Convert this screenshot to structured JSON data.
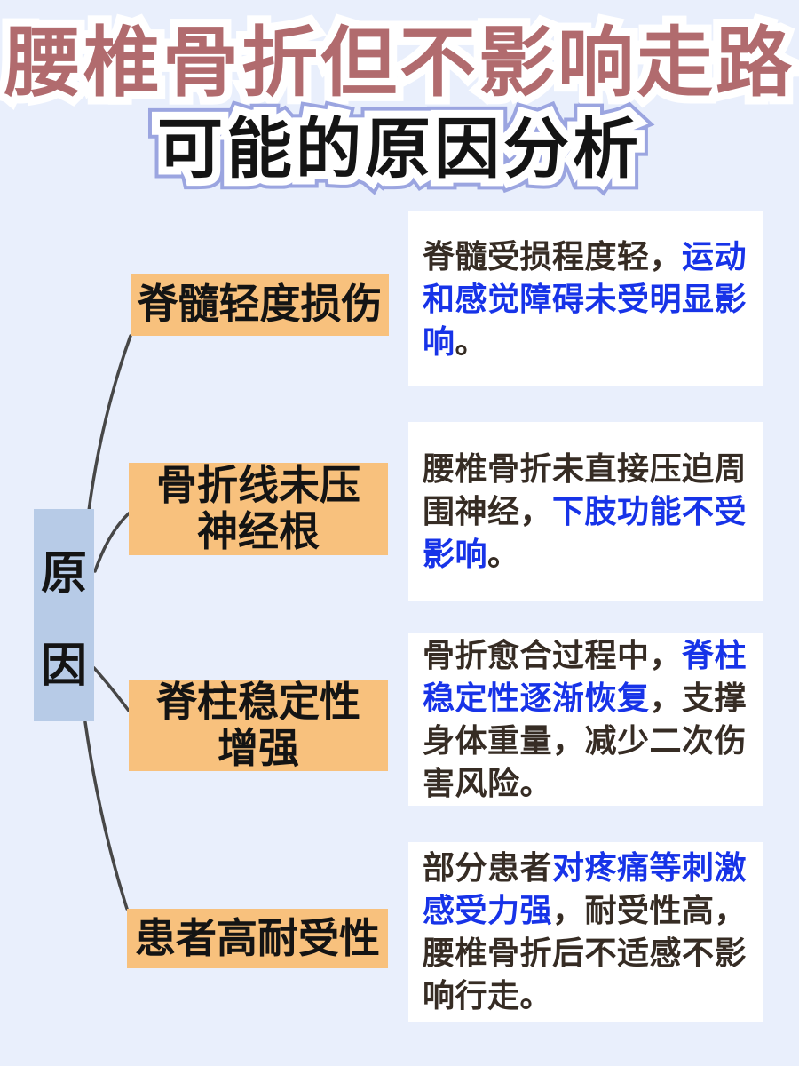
{
  "title": {
    "line1": "腰椎骨折但不影响走路",
    "line2": "可能的原因分析"
  },
  "root": {
    "label": "原因",
    "chars": [
      "原",
      "因"
    ]
  },
  "branches": [
    {
      "label": "脊髓轻度损伤",
      "label_lines": [
        "脊髓轻度损伤"
      ],
      "desc": [
        {
          "t": "脊髓受损程度轻，",
          "c": "dark"
        },
        {
          "t": "运动和感觉障碍未受明显影响",
          "c": "blue"
        },
        {
          "t": "。",
          "c": "dark"
        }
      ]
    },
    {
      "label": "骨折线未压神经根",
      "label_lines": [
        "骨折线未压",
        "神经根"
      ],
      "desc": [
        {
          "t": "腰椎骨折未直接压迫周围神经，",
          "c": "dark"
        },
        {
          "t": "下肢功能不受影响",
          "c": "blue"
        },
        {
          "t": "。",
          "c": "dark"
        }
      ]
    },
    {
      "label": "脊柱稳定性增强",
      "label_lines": [
        "脊柱稳定性",
        "增强"
      ],
      "desc": [
        {
          "t": "骨折愈合过程中，",
          "c": "dark"
        },
        {
          "t": "脊柱稳定性逐渐恢复",
          "c": "blue"
        },
        {
          "t": "，支撑身体重量，减少二次伤害风险。",
          "c": "dark"
        }
      ]
    },
    {
      "label": "患者高耐受性",
      "label_lines": [
        "患者高耐受性"
      ],
      "desc": [
        {
          "t": "部分患者",
          "c": "dark"
        },
        {
          "t": "对疼痛等刺激感受力强",
          "c": "blue"
        },
        {
          "t": "，耐受性高，腰椎骨折后不适感不影响行走。",
          "c": "dark"
        }
      ]
    }
  ],
  "colors": {
    "background": "#e9effc",
    "title_primary": "#b16b6e",
    "title_secondary": "#141414",
    "title_outline_outer": "#9ba5e0",
    "branch_box": "#f8c17d",
    "root_box": "#b7cbe7",
    "text_dark": "#362c24",
    "text_blue": "#1733e8",
    "connector": "#474747"
  }
}
